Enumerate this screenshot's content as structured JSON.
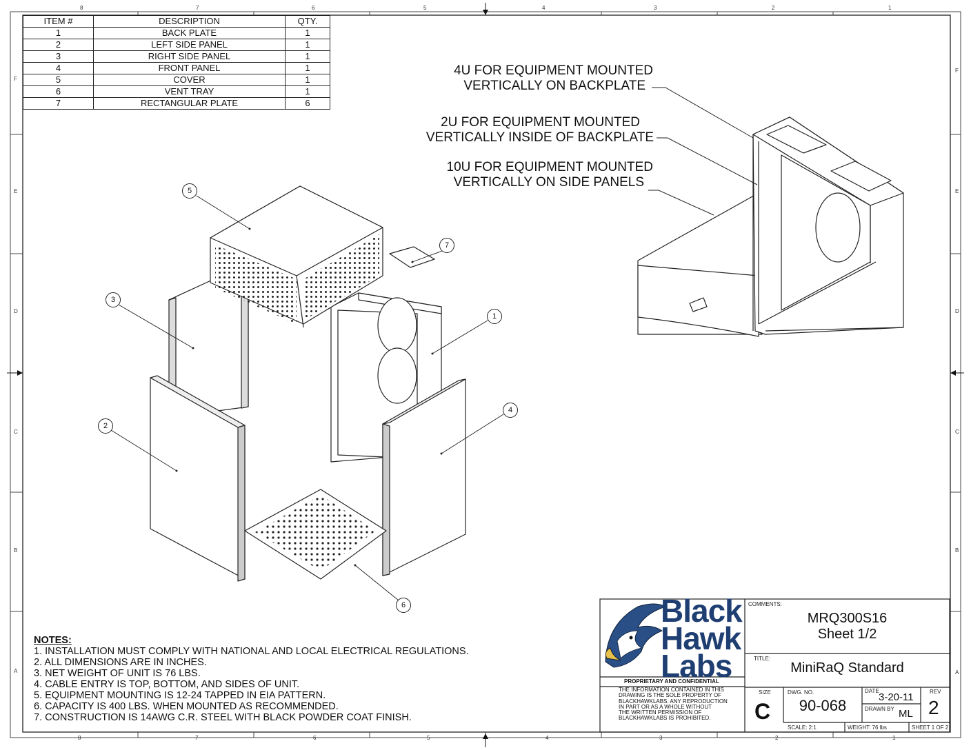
{
  "border": {
    "top_numbers": [
      "8",
      "7",
      "6",
      "5",
      "4",
      "3",
      "2",
      "1"
    ],
    "bottom_numbers": [
      "8",
      "7",
      "6",
      "5",
      "4",
      "3",
      "2",
      "1"
    ],
    "side_letters": [
      "F",
      "E",
      "D",
      "C",
      "B",
      "A"
    ]
  },
  "bom": {
    "headers": [
      "ITEM #",
      "DESCRIPTION",
      "QTY."
    ],
    "rows": [
      {
        "item": "1",
        "desc": "BACK PLATE",
        "qty": "1"
      },
      {
        "item": "2",
        "desc": "LEFT SIDE PANEL",
        "qty": "1"
      },
      {
        "item": "3",
        "desc": "RIGHT SIDE PANEL",
        "qty": "1"
      },
      {
        "item": "4",
        "desc": "FRONT PANEL",
        "qty": "1"
      },
      {
        "item": "5",
        "desc": "COVER",
        "qty": "1"
      },
      {
        "item": "6",
        "desc": "VENT TRAY",
        "qty": "1"
      },
      {
        "item": "7",
        "desc": "RECTANGULAR PLATE",
        "qty": "6"
      }
    ]
  },
  "callouts": [
    {
      "line1": "4U FOR EQUIPMENT MOUNTED",
      "line2": "VERTICALLY ON BACKPLATE"
    },
    {
      "line1": "2U FOR EQUIPMENT MOUNTED",
      "line2": "VERTICALLY INSIDE OF BACKPLATE"
    },
    {
      "line1": "10U FOR EQUIPMENT MOUNTED",
      "line2": "VERTICALLY ON SIDE PANELS"
    }
  ],
  "balloons": [
    "1",
    "2",
    "3",
    "4",
    "5",
    "6",
    "7"
  ],
  "notes": {
    "heading": "NOTES:",
    "items": [
      "1.  INSTALLATION MUST COMPLY WITH NATIONAL AND LOCAL ELECTRICAL REGULATIONS.",
      "2.  ALL DIMENSIONS ARE IN INCHES.",
      "3.  NET WEIGHT OF UNIT IS 76 LBS.",
      "4.  CABLE ENTRY IS TOP, BOTTOM, AND SIDES OF UNIT.",
      "5.  EQUIPMENT MOUNTING IS 12-24 TAPPED IN EIA PATTERN.",
      "6.  CAPACITY IS 400 LBS. WHEN MOUNTED AS RECOMMENDED.",
      "7.  CONSTRUCTION IS 14AWG C.R. STEEL WITH BLACK POWDER COAT FINISH."
    ]
  },
  "title_block": {
    "logo": {
      "line1": "Black",
      "line2": "Hawk",
      "line3": "Labs",
      "color": "#1f3f73"
    },
    "proprietary_heading": "PROPRIETARY AND CONFIDENTIAL",
    "proprietary_lines": [
      "THE INFORMATION CONTAINED IN THIS",
      "DRAWING IS THE SOLE PROPERTY OF",
      "BLACKHAWKLABS.  ANY REPRODUCTION",
      "IN PART OR AS A WHOLE WITHOUT",
      "THE WRITTEN PERMISSION OF",
      "BLACKHAWKLABS IS PROHIBITED."
    ],
    "comments_label": "COMMENTS:",
    "comment_line1": "MRQ300S16",
    "comment_line2": "Sheet 1/2",
    "title_label": "TITLE:",
    "title": "MiniRaQ Standard",
    "size_label": "SIZE",
    "size": "C",
    "dwg_label": "DWG.  NO.",
    "dwg_no": "90-068",
    "date_label": "DATE",
    "date": "3-20-11",
    "drawn_label": "DRAWN BY",
    "drawn_by": "ML",
    "rev_label": "REV",
    "rev": "2",
    "scale": "SCALE: 2:1",
    "weight": "WEIGHT:  76 lbs",
    "sheet": "SHEET 1 OF 2"
  }
}
